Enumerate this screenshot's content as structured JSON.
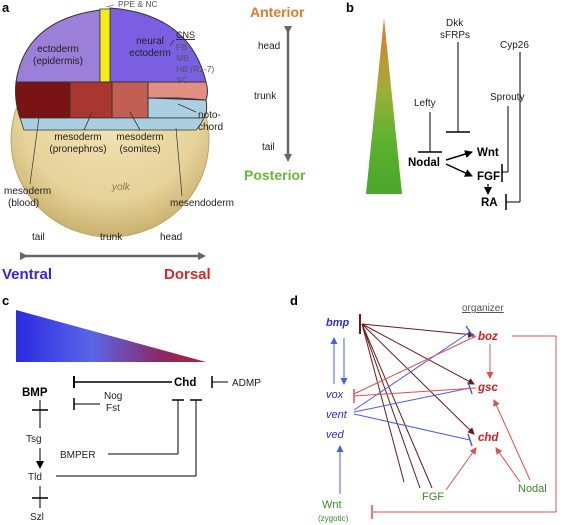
{
  "panel_a": {
    "letter": "a",
    "top_label": "PPE & NC",
    "ectoderm": [
      "ectoderm",
      "(epidermis)"
    ],
    "neural": [
      "neural",
      "ectoderm"
    ],
    "cns": {
      "title": "CNS",
      "items": [
        "FB",
        "MB",
        "HB (R1-7)",
        "SC"
      ]
    },
    "mesoderm_pronephros": [
      "mesoderm",
      "(pronephros)"
    ],
    "mesoderm_somites": [
      "mesoderm",
      "(somites)"
    ],
    "notochord": [
      "noto-",
      "chord"
    ],
    "yolk": "yolk",
    "mesoderm_blood": [
      "mesoderm",
      "(blood)"
    ],
    "mesendoderm": "mesendoderm",
    "ap_axis": {
      "anterior": "Anterior",
      "head": "head",
      "trunk": "trunk",
      "tail": "tail",
      "posterior": "Posterior"
    },
    "dv_axis": {
      "tail": "tail",
      "trunk": "trunk",
      "head": "head",
      "ventral": "Ventral",
      "dorsal": "Dorsal"
    }
  },
  "panel_b": {
    "letter": "b",
    "dkk": "Dkk",
    "sfrps": "sFRPs",
    "cyp26": "Cyp26",
    "lefty": "Lefty",
    "sprouty": "Sprouty",
    "nodal": "Nodal",
    "wnt": "Wnt",
    "fgf": "FGF",
    "ra": "RA"
  },
  "panel_c": {
    "letter": "c",
    "chd": "Chd",
    "admp": "ADMP",
    "bmp": "BMP",
    "nog": "Nog",
    "fst": "Fst",
    "tsg": "Tsg",
    "bmper": "BMPER",
    "tld": "Tld",
    "szl": "Szl"
  },
  "panel_d": {
    "letter": "d",
    "organizer": "organizer",
    "bmp": "bmp",
    "vox": "vox",
    "vent": "vent",
    "ved": "ved",
    "boz": "boz",
    "gsc": "gsc",
    "chd": "chd",
    "wnt": "Wnt",
    "zygotic": "(zygotic)",
    "fgf": "FGF",
    "nodal": "Nodal"
  },
  "colors": {
    "ectoderm": "#9b7fd8",
    "neural": "#7b5fe3",
    "ppe": "#f2ee18",
    "blood": "#7a1414",
    "pronephros": "#a8382f",
    "somites": "#c25f55",
    "somites_light": "#e08f82",
    "notochord": "#a9cfe0",
    "yolk": "#e8d49a",
    "anterior": "#e07a2a",
    "posterior": "#6ab83a",
    "ventral": "#3b1ee8",
    "dorsal": "#d42a2a",
    "blue_line": "#4a5ee0",
    "red_line": "#e05050",
    "dark_line": "#6a1a1a",
    "green_text": "#3a8a2a"
  }
}
